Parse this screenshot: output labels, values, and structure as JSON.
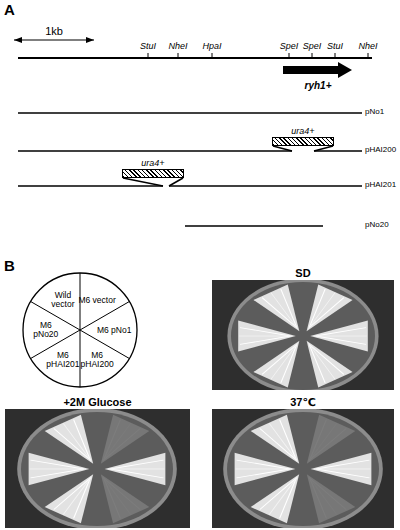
{
  "diagram": {
    "nodes": [
      {
        "text": [
          "ura4+"
        ]
      },
      {
        "text": [
          "ura4+"
        ]
      },
      {
        "text": [
          "M6 vector",
          "Wild vector",
          "M6 pNo1",
          "M6 pNo20",
          "M6 pHAI200",
          "M6 pHAI201"
        ]
      },
      {
        "text": [
          "SD"
        ]
      },
      {
        "text": [
          "+2M Glucose"
        ]
      },
      {
        "text": [
          "37℃"
        ]
      }
    ],
    "labels": [
      "A",
      "1kb",
      "StuI",
      "NheI",
      "HpaI",
      "SpeI",
      "SpeI",
      "StuI",
      "NheI",
      "ryh1+",
      "pNo1",
      "pHAI200",
      "pHAI201",
      "pNo20",
      "B"
    ]
  }
}
